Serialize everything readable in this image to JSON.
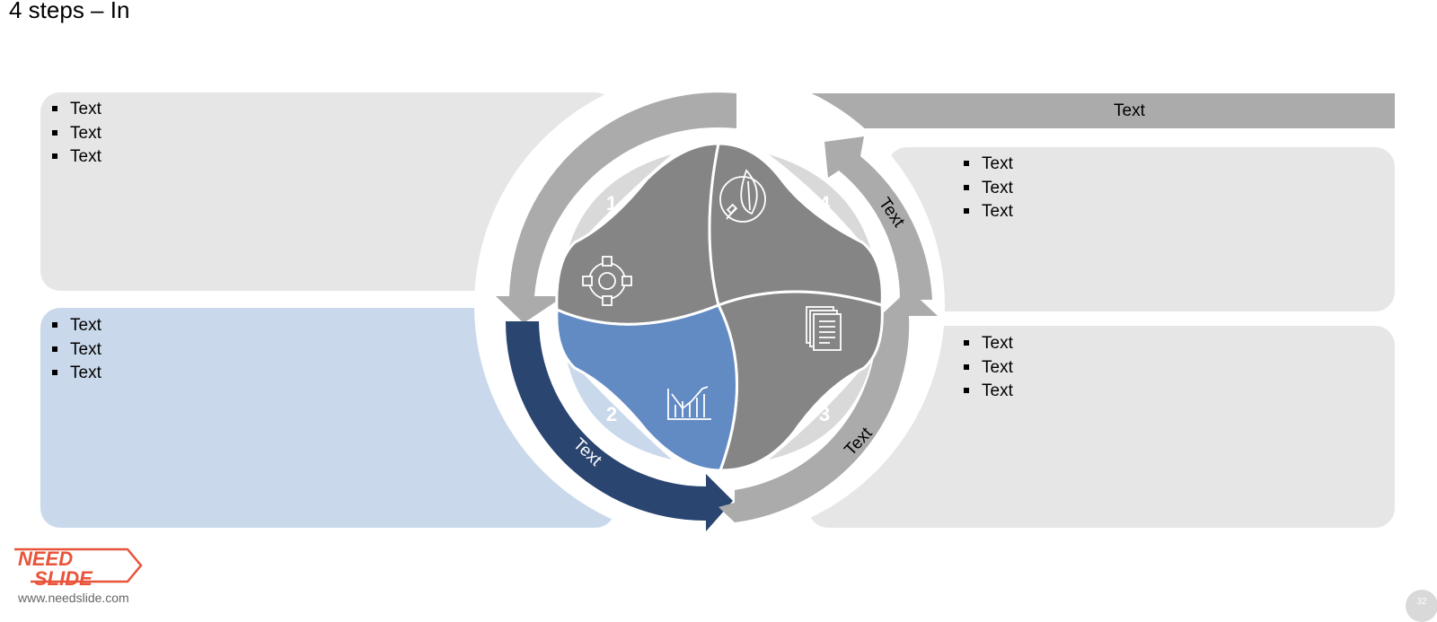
{
  "slide": {
    "title": "4 steps – In"
  },
  "panels": {
    "top_left": {
      "items": [
        "Text",
        "Text",
        "Text"
      ]
    },
    "bottom_left": {
      "items": [
        "Text",
        "Text",
        "Text"
      ]
    },
    "right_top": {
      "items": [
        "Text",
        "Text",
        "Text"
      ]
    },
    "right_bottom": {
      "items": [
        "Text",
        "Text",
        "Text"
      ]
    }
  },
  "banner": {
    "label": "Text"
  },
  "cycle": {
    "steps": [
      {
        "number": "1",
        "icon": "gear-network-icon"
      },
      {
        "number": "2",
        "icon": "growth-chart-icon"
      },
      {
        "number": "3",
        "icon": "documents-icon"
      },
      {
        "number": "4",
        "icon": "leaf-plug-icon"
      }
    ],
    "arrow_labels": {
      "left_arrow": "Text",
      "right_arrow": "Text",
      "top_right_arrow": "Text"
    }
  },
  "colors": {
    "panel_gray": "#e6e6e6",
    "panel_blue": "#c9d9eb",
    "arrow_gray": "#ababab",
    "arrow_navy": "#2a4570",
    "petal_gray": "#858585",
    "petal_blue": "#628ac3",
    "number_bg": "#d9d9d9",
    "number_bg_blue": "#c9d9eb"
  },
  "footer": {
    "logo_line1": "NEED",
    "logo_line2": "SLIDE",
    "website": "www.needslide.com",
    "page_number": "32"
  }
}
